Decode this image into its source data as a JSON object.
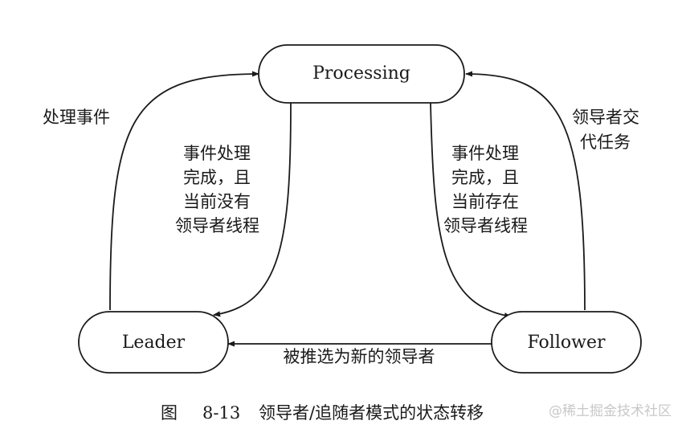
{
  "nodes": {
    "processing": "Processing",
    "leader": "Leader",
    "follower": "Follower"
  },
  "edges": {
    "leader_to_processing": [
      "处理事件"
    ],
    "processing_to_leader": [
      "事件处理",
      "完成，且",
      "当前没有",
      "领导者线程"
    ],
    "processing_to_follower": [
      "事件处理",
      "完成，且",
      "当前存在",
      "领导者线程"
    ],
    "follower_to_processing": [
      "领导者交",
      "代任务"
    ],
    "follower_to_leader": [
      "被推选为新的领导者"
    ]
  },
  "caption": {
    "prefix": "图",
    "number": "8-13",
    "title": "领导者/追随者模式的状态转移"
  },
  "watermark": "@稀土掘金技术社区",
  "colors": {
    "stroke": "#1a1a1a",
    "background": "#ffffff",
    "watermark": "#c8c8c8"
  }
}
